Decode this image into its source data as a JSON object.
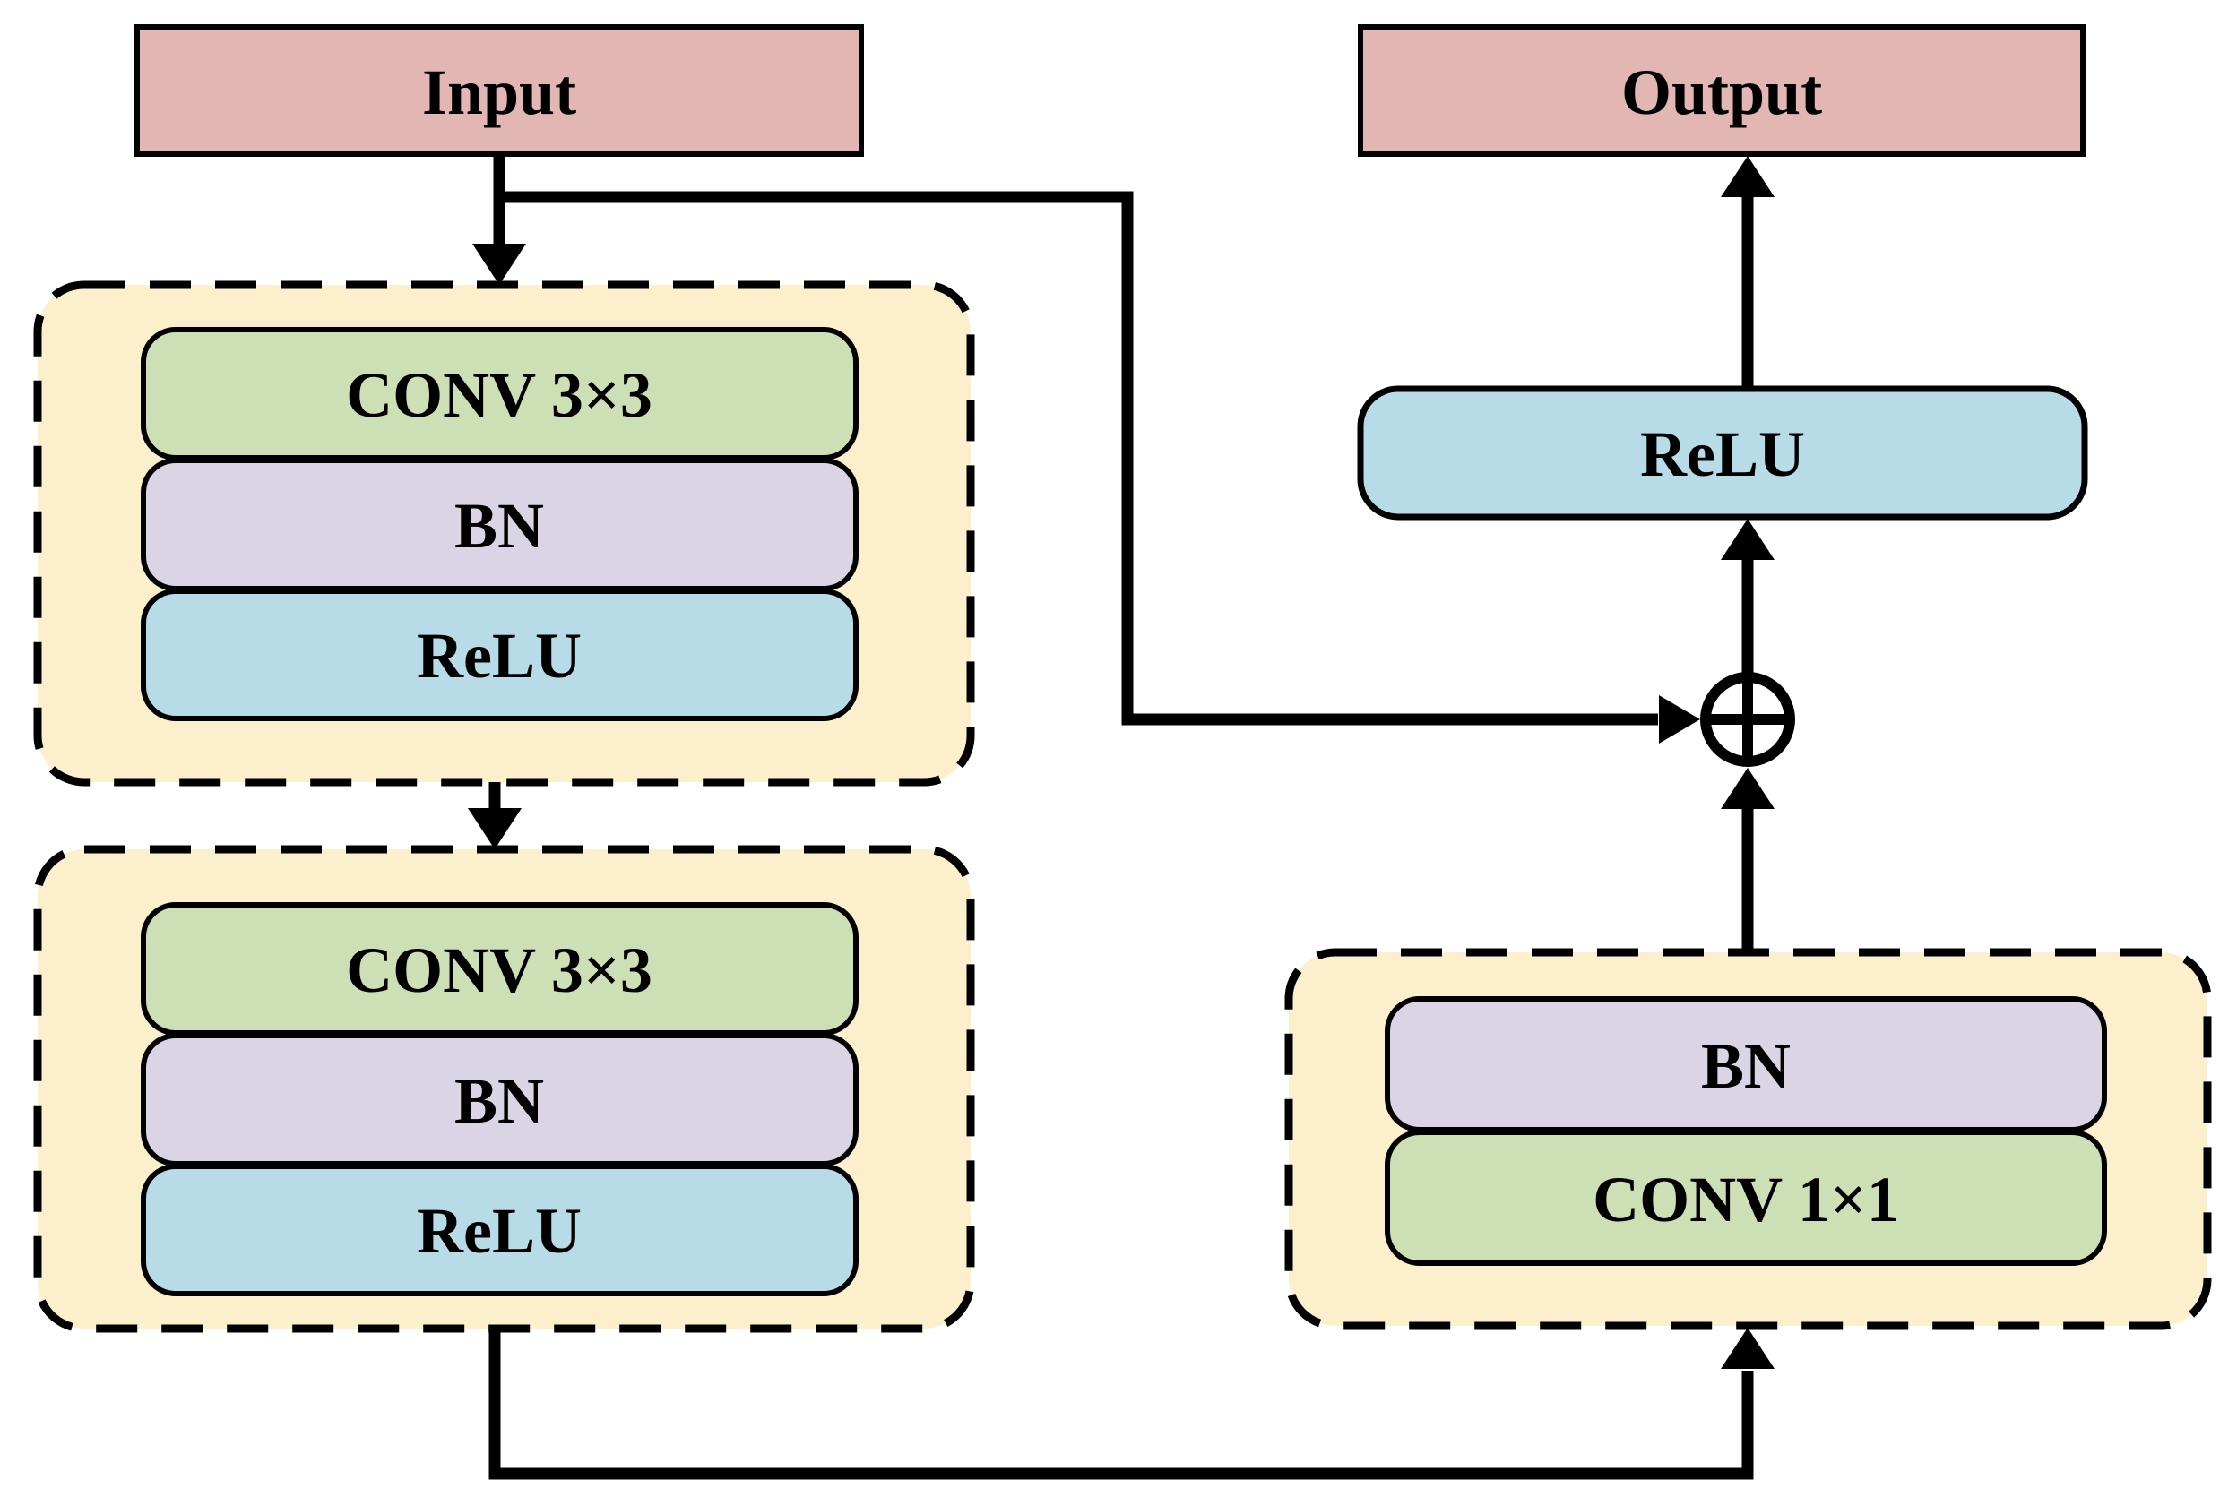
{
  "colors": {
    "io_pink": "#E2B6B3",
    "container_yellow": "#FCF0CC",
    "conv_green": "#CDDFB4",
    "bn_lavender": "#DAD4E4",
    "relu_blue": "#B7DCE8",
    "line_black": "#000000",
    "junction_white": "#FFFFFF",
    "background": "#FFFFFF"
  },
  "diagram": {
    "input": {
      "label": "Input"
    },
    "output": {
      "label": "Output"
    },
    "residual_block_1": {
      "conv_label": "CONV 3×3",
      "bn_label": "BN",
      "relu_label": "ReLU"
    },
    "residual_block_2": {
      "conv_label": "CONV 3×3",
      "bn_label": "BN",
      "relu_label": "ReLU"
    },
    "shortcut_block": {
      "bn_label": "BN",
      "conv_label": "CONV 1×1"
    },
    "final_relu": {
      "label": "ReLU"
    },
    "add_junction": {
      "symbol": "⊕"
    },
    "edges": [
      {
        "from": "input",
        "to": "residual_block_1"
      },
      {
        "from": "input",
        "to": "add_junction",
        "kind": "skip-connection"
      },
      {
        "from": "residual_block_1",
        "to": "residual_block_2"
      },
      {
        "from": "residual_block_2",
        "to": "shortcut_block"
      },
      {
        "from": "shortcut_block",
        "to": "add_junction"
      },
      {
        "from": "add_junction",
        "to": "final_relu"
      },
      {
        "from": "final_relu",
        "to": "output"
      }
    ]
  }
}
